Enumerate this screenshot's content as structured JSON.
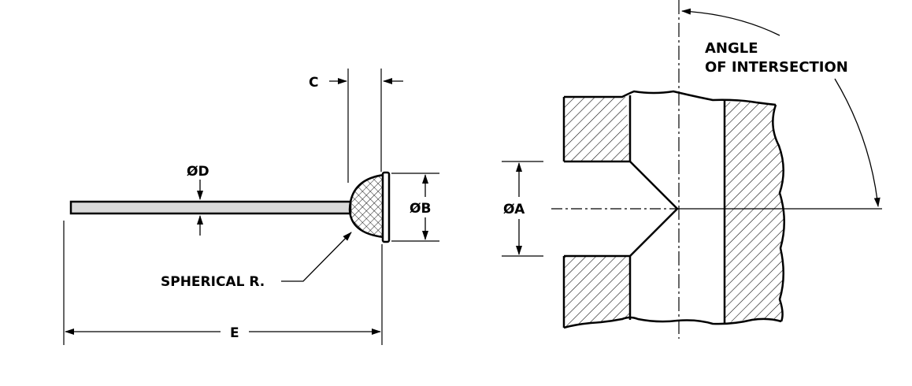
{
  "labels": {
    "dim_c": "C",
    "dim_d": "ØD",
    "dim_b": "ØB",
    "dim_e": "E",
    "spherical_r": "SPHERICAL R.",
    "dim_a": "ØA",
    "angle_line1": "ANGLE",
    "angle_line2": "OF INTERSECTION"
  },
  "colors": {
    "ink": "#000000",
    "background": "#ffffff",
    "hatch": "#000000",
    "bar_fill": "#d9d9d9"
  }
}
